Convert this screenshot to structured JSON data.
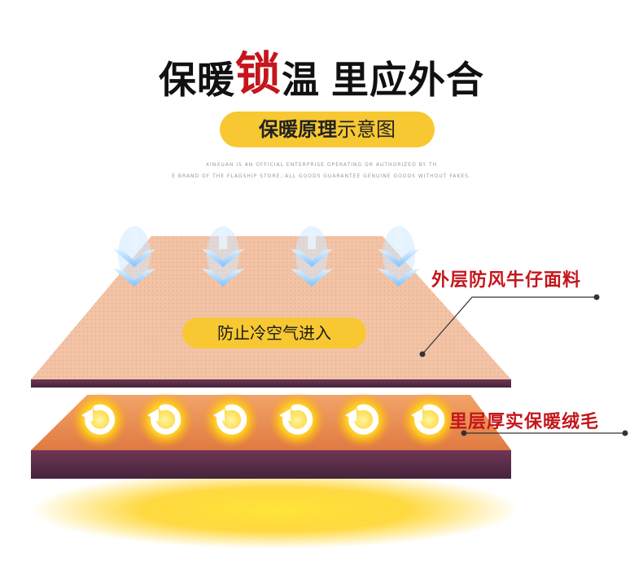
{
  "headline": {
    "part1": "保暖",
    "accent": "锁",
    "part2": "温",
    "part3": "里应外合"
  },
  "subtitle": {
    "bold": "保暖原理",
    "normal": "示意图"
  },
  "fine_print": {
    "line1": "XINXUAN IS AN OFFICIAL ENTERPRISE OPERATING OR AUTHORIZED BY TH",
    "line2": "E BRAND OF THE FLAGSHIP STORE, ALL GOODS GUARANTEE GENUINE GOODS WITHOUT FAKES."
  },
  "outer_layer": {
    "pill_text": "防止冷空气进入",
    "callout": "外层防风牛仔面料"
  },
  "inner_layer": {
    "callout": "里层厚实保暖绒毛"
  },
  "colors": {
    "accent_red": "#c4161c",
    "pill_yellow": "#f7c832",
    "outer_fabric": "#f3c3a6",
    "inner_fabric": "#e88d5a",
    "edge_purple": "#5c2f4a",
    "glow_yellow": "#ffd21f"
  },
  "icons": [
    "cold-air-arrow-icon",
    "warm-swirl-icon",
    "callout-dot-icon"
  ]
}
